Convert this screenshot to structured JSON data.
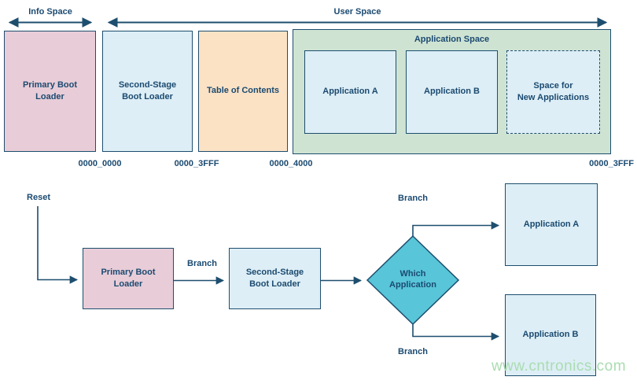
{
  "colors": {
    "navy": "#1d4e6e",
    "text_navy": "#1b4a70",
    "pink": "#e8ccd8",
    "light_blue": "#ddeef6",
    "peach": "#fbe2c5",
    "green": "#cfe3d3",
    "teal": "#58c5d8",
    "watermark_green": "#aadcb1",
    "background": "#ffffff"
  },
  "memory_map": {
    "span_labels": {
      "info_space": "Info Space",
      "user_space": "User Space"
    },
    "blocks": {
      "primary_boot_loader": "Primary Boot\nLoader",
      "second_stage_boot_loader": "Second-Stage\nBoot Loader",
      "table_of_contents": "Table of Contents"
    },
    "application_space": {
      "label": "Application Space",
      "application_a": "Application A",
      "application_b": "Application B",
      "space_for_new": "Space for\nNew Applications"
    },
    "addresses": {
      "start": "0000_0000",
      "second_stage_end": "0000_3FFF",
      "user_start": "0000_4000",
      "user_end": "0000_3FFF"
    }
  },
  "flowchart": {
    "reset": "Reset",
    "branch_primary": "Branch",
    "branch_top": "Branch",
    "branch_bottom": "Branch",
    "primary_boot_loader": "Primary Boot\nLoader",
    "second_stage_boot_loader": "Second-Stage\nBoot Loader",
    "decision": "Which\nApplication",
    "application_a": "Application A",
    "application_b": "Application B"
  },
  "watermark": "www.cntronics.com"
}
